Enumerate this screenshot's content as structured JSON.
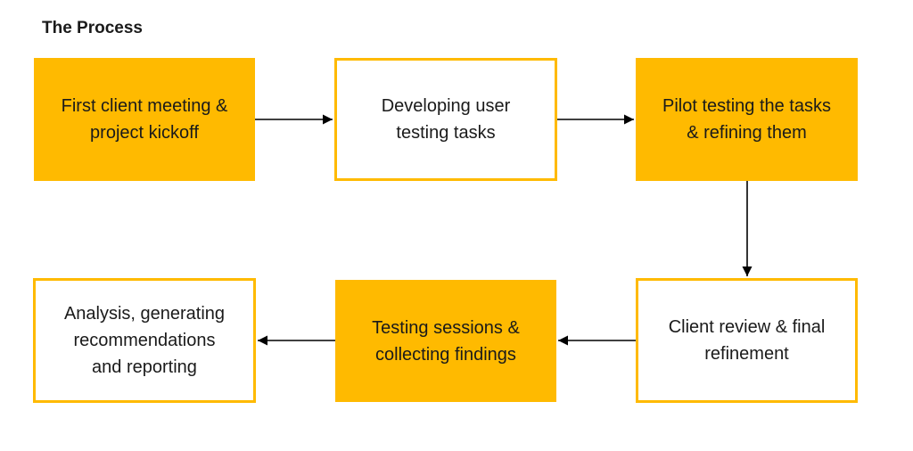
{
  "title": "The Process",
  "colors": {
    "accent": "#ffba00",
    "text": "#1a1a1a",
    "arrow": "#000000"
  },
  "steps": [
    {
      "label": "First client meeting &\nproject kickoff",
      "style": "filled"
    },
    {
      "label": "Developing user\ntesting tasks",
      "style": "outlined"
    },
    {
      "label": "Pilot testing the tasks\n& refining them",
      "style": "filled"
    },
    {
      "label": "Client review & final\nrefinement",
      "style": "outlined"
    },
    {
      "label": "Testing sessions &\ncollecting findings",
      "style": "filled"
    },
    {
      "label": "Analysis, generating\nrecommendations\nand reporting",
      "style": "outlined"
    }
  ]
}
